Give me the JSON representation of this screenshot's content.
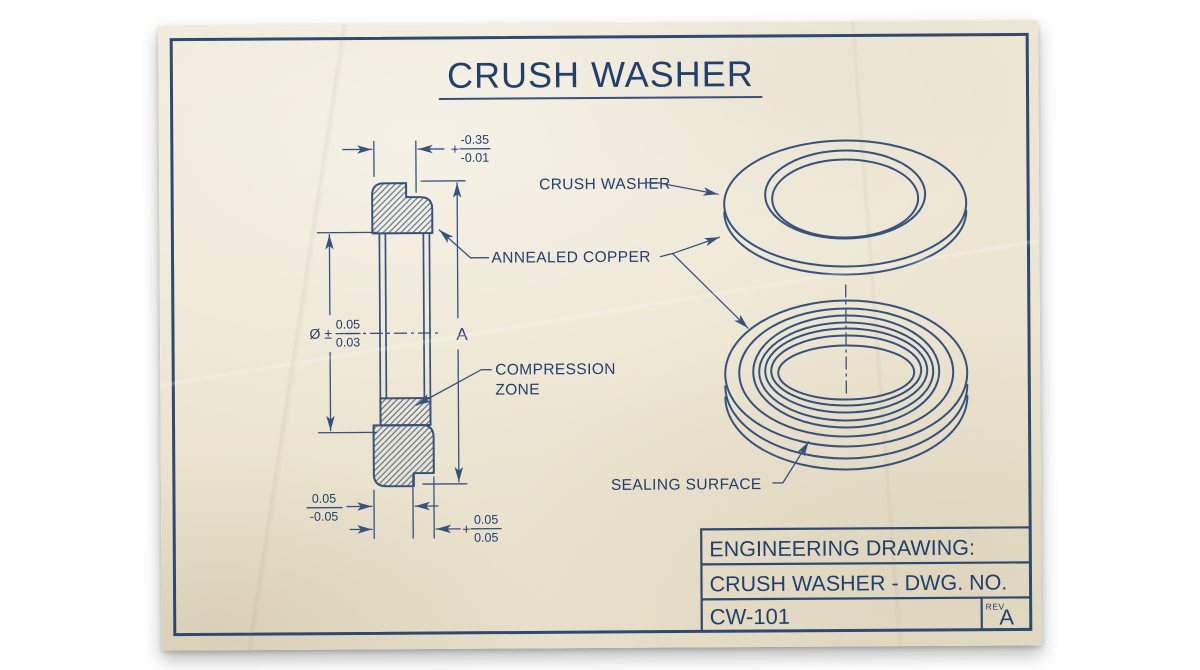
{
  "sheet": {
    "title": "CRUSH WASHER"
  },
  "callouts": {
    "crush_washer": "CRUSH WASHER",
    "annealed_copper": "ANNEALED COPPER",
    "compression_zone_line1": "COMPRESSION",
    "compression_zone_line2": "ZONE",
    "sealing_surface": "SEALING SURFACE"
  },
  "dimensions": {
    "top": {
      "prefix": "+",
      "numerator": "-0.35",
      "denominator": "-0.01"
    },
    "left": {
      "prefix": "Ø ±",
      "numerator": "0.05",
      "denominator": "0.03"
    },
    "height_ref": "A",
    "bottom_left": {
      "numerator": "0.05",
      "denominator": "-0.05"
    },
    "bottom_right": {
      "prefix": "+",
      "numerator": "0.05",
      "denominator": "0.05"
    }
  },
  "title_block": {
    "line1": "ENGINEERING DRAWING:",
    "line2": "CRUSH WASHER - DWG. NO.",
    "drawing_number": "CW-101",
    "rev_label": "REV",
    "rev_value": "A"
  },
  "colors": {
    "line_ink": "#35537e",
    "text_ink": "#21406e",
    "paper": "#ece5d1"
  }
}
